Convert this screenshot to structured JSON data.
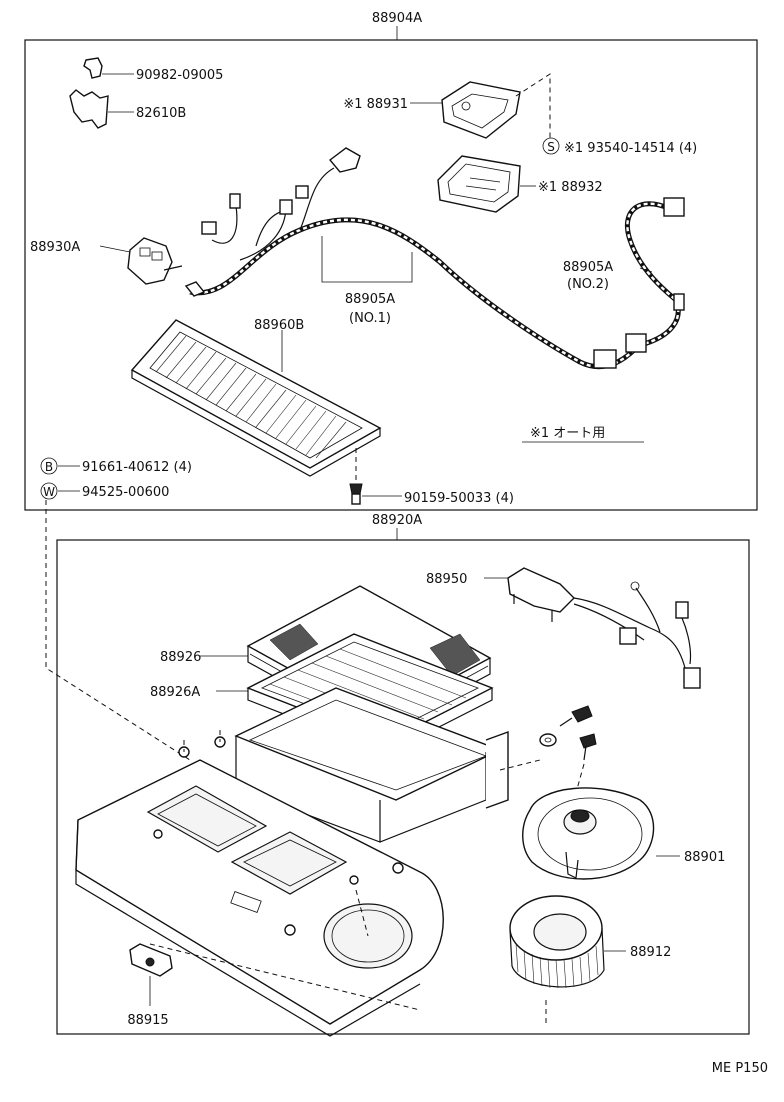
{
  "diagram": {
    "assemblies": {
      "upper": "88904A",
      "lower": "88920A"
    },
    "parts": {
      "p_90982_09005": "90982-09005",
      "p_82610B": "82610B",
      "p_188931": "※1 88931",
      "p_193540": "※1 93540-14514 (4)",
      "p_188932": "※1 88932",
      "p_88930A": "88930A",
      "p_88905A_1": "88905A",
      "p_88905A_1_sub": "(NO.1)",
      "p_88905A_2": "88905A",
      "p_88905A_2_sub": "(NO.2)",
      "p_88960B": "88960B",
      "p_91661": "91661-40612 (4)",
      "p_94525": "94525-00600",
      "p_90159": "90159-50033 (4)",
      "p_88950": "88950",
      "p_88926": "88926",
      "p_88926A": "88926A",
      "p_88901": "88901",
      "p_88912": "88912",
      "p_88915": "88915"
    },
    "symbols": {
      "S": "S",
      "B": "B",
      "W": "W"
    },
    "note": "※1 オート用",
    "page_code": "ME P150"
  }
}
